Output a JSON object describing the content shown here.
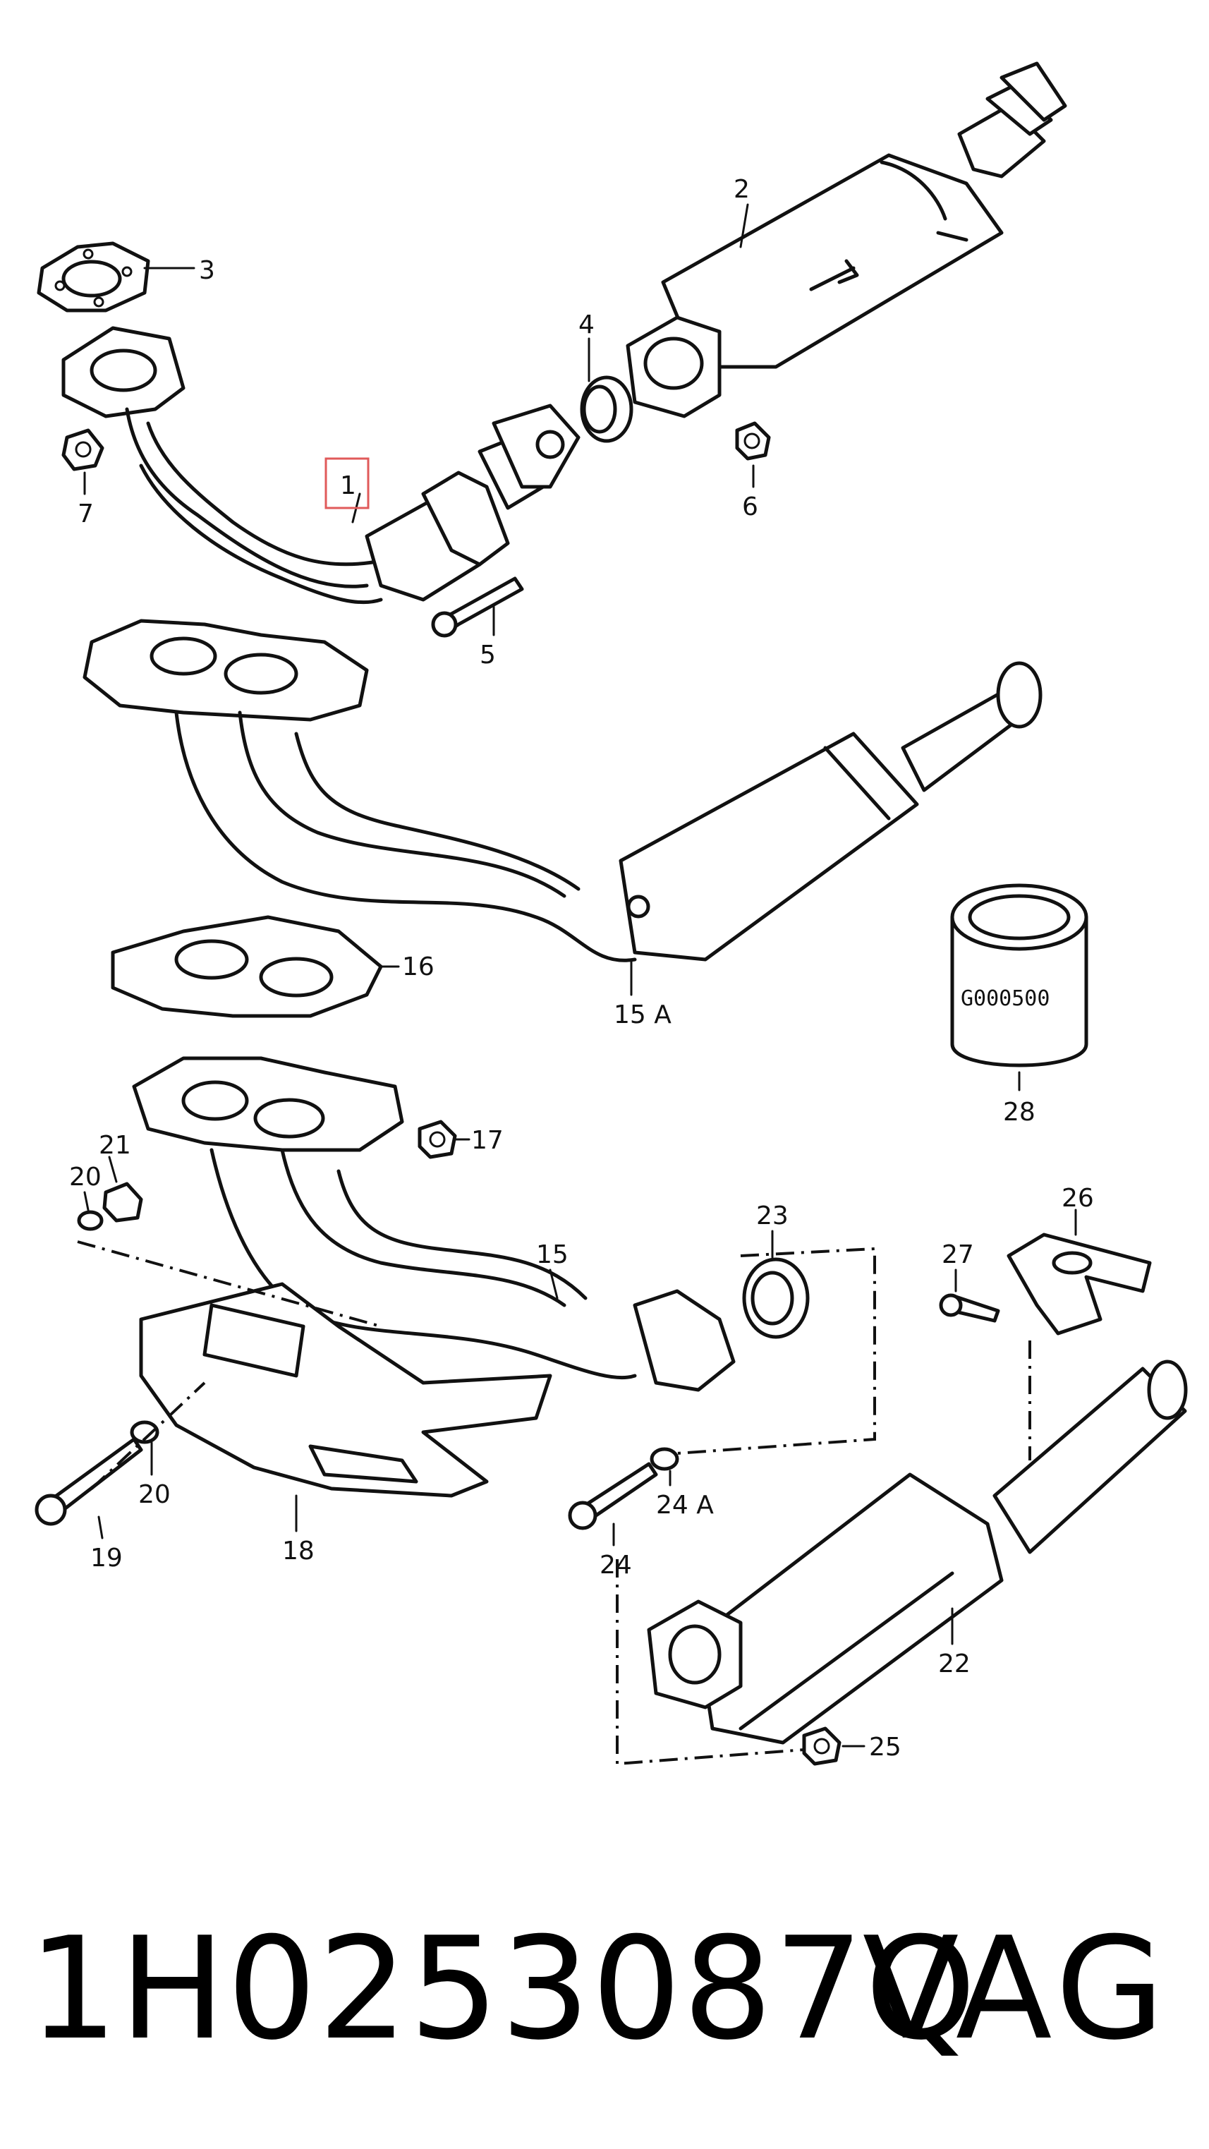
{
  "labels": {
    "l1": "1",
    "l2": "2",
    "l3": "3",
    "l4": "4",
    "l5": "5",
    "l6": "6",
    "l7": "7",
    "l15": "15",
    "l15a": "15 A",
    "l16": "16",
    "l17": "17",
    "l18": "18",
    "l19": "19",
    "l20a": "20",
    "l20b": "20",
    "l21": "21",
    "l22": "22",
    "l23": "23",
    "l24": "24",
    "l24a": "24 A",
    "l25": "25",
    "l26": "26",
    "l27": "27",
    "l28": "28"
  },
  "can_stamp": "G000500",
  "footer": {
    "part_number": "1H0253087Q",
    "brand": "VAG"
  },
  "colors": {
    "line": "#111111",
    "highlight": "#e05a5a",
    "background": "#ffffff"
  }
}
